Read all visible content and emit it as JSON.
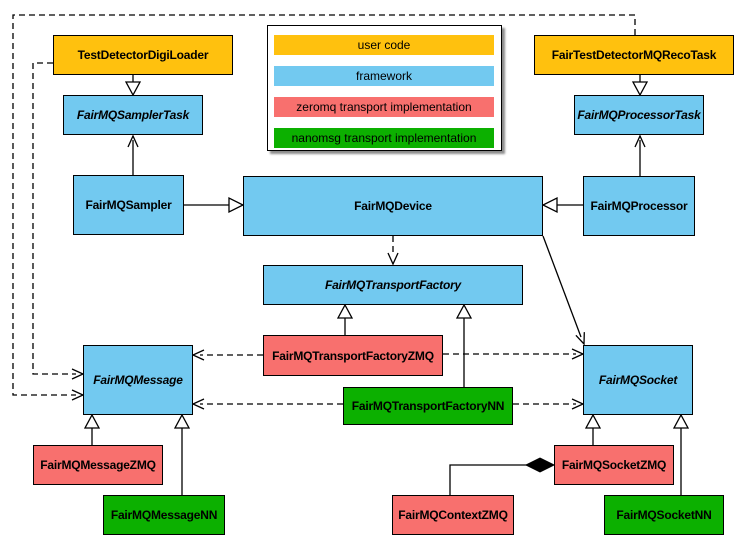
{
  "legend": {
    "items": [
      {
        "label": "user code",
        "color": "#FFC10E"
      },
      {
        "label": "framework",
        "color": "#72C9F0"
      },
      {
        "label": "zeromq transport implementation",
        "color": "#F8706E"
      },
      {
        "label": "nanomsg transport implementation",
        "color": "#0CB000"
      }
    ]
  },
  "nodes": {
    "digiLoader": {
      "label": "TestDetectorDigiLoader",
      "category": "user code",
      "abstract": false
    },
    "recoTask": {
      "label": "FairTestDetectorMQRecoTask",
      "category": "user code",
      "abstract": false
    },
    "samplerTask": {
      "label": "FairMQSamplerTask",
      "category": "framework",
      "abstract": true
    },
    "processorTask": {
      "label": "FairMQProcessorTask",
      "category": "framework",
      "abstract": true
    },
    "sampler": {
      "label": "FairMQSampler",
      "category": "framework",
      "abstract": false
    },
    "device": {
      "label": "FairMQDevice",
      "category": "framework",
      "abstract": false
    },
    "processor": {
      "label": "FairMQProcessor",
      "category": "framework",
      "abstract": false
    },
    "transportFactory": {
      "label": "FairMQTransportFactory",
      "category": "framework",
      "abstract": true
    },
    "transportFactoryZMQ": {
      "label": "FairMQTransportFactoryZMQ",
      "category": "zeromq transport implementation",
      "abstract": false
    },
    "transportFactoryNN": {
      "label": "FairMQTransportFactoryNN",
      "category": "nanomsg transport implementation",
      "abstract": false
    },
    "message": {
      "label": "FairMQMessage",
      "category": "framework",
      "abstract": true
    },
    "socket": {
      "label": "FairMQSocket",
      "category": "framework",
      "abstract": true
    },
    "messageZMQ": {
      "label": "FairMQMessageZMQ",
      "category": "zeromq transport implementation",
      "abstract": false
    },
    "messageNN": {
      "label": "FairMQMessageNN",
      "category": "nanomsg transport implementation",
      "abstract": false
    },
    "socketZMQ": {
      "label": "FairMQSocketZMQ",
      "category": "zeromq transport implementation",
      "abstract": false
    },
    "contextZMQ": {
      "label": "FairMQContextZMQ",
      "category": "zeromq transport implementation",
      "abstract": false
    },
    "socketNN": {
      "label": "FairMQSocketNN",
      "category": "nanomsg transport implementation",
      "abstract": false
    }
  },
  "edges": [
    {
      "from": "TestDetectorDigiLoader",
      "to": "FairMQSamplerTask",
      "type": "generalization"
    },
    {
      "from": "FairTestDetectorMQRecoTask",
      "to": "FairMQProcessorTask",
      "type": "generalization"
    },
    {
      "from": "FairMQSampler",
      "to": "FairMQDevice",
      "type": "generalization"
    },
    {
      "from": "FairMQProcessor",
      "to": "FairMQDevice",
      "type": "generalization"
    },
    {
      "from": "FairMQSampler",
      "to": "FairMQSamplerTask",
      "type": "association"
    },
    {
      "from": "FairMQProcessor",
      "to": "FairMQProcessorTask",
      "type": "association"
    },
    {
      "from": "FairMQDevice",
      "to": "FairMQSocket",
      "type": "association"
    },
    {
      "from": "FairMQDevice",
      "to": "FairMQTransportFactory",
      "type": "dependency"
    },
    {
      "from": "TestDetectorDigiLoader",
      "to": "FairMQMessage",
      "type": "dependency"
    },
    {
      "from": "FairTestDetectorMQRecoTask",
      "to": "FairMQMessage",
      "type": "dependency"
    },
    {
      "from": "FairMQTransportFactoryZMQ",
      "to": "FairMQTransportFactory",
      "type": "generalization"
    },
    {
      "from": "FairMQTransportFactoryNN",
      "to": "FairMQTransportFactory",
      "type": "generalization"
    },
    {
      "from": "FairMQTransportFactoryZMQ",
      "to": "FairMQMessage",
      "type": "dependency"
    },
    {
      "from": "FairMQTransportFactoryZMQ",
      "to": "FairMQSocket",
      "type": "dependency"
    },
    {
      "from": "FairMQTransportFactoryNN",
      "to": "FairMQMessage",
      "type": "dependency"
    },
    {
      "from": "FairMQTransportFactoryNN",
      "to": "FairMQSocket",
      "type": "dependency"
    },
    {
      "from": "FairMQMessageZMQ",
      "to": "FairMQMessage",
      "type": "generalization"
    },
    {
      "from": "FairMQMessageNN",
      "to": "FairMQMessage",
      "type": "generalization"
    },
    {
      "from": "FairMQSocketZMQ",
      "to": "FairMQSocket",
      "type": "generalization"
    },
    {
      "from": "FairMQSocketNN",
      "to": "FairMQSocket",
      "type": "generalization"
    },
    {
      "from": "FairMQContextZMQ",
      "to": "FairMQSocketZMQ",
      "type": "composition"
    }
  ]
}
